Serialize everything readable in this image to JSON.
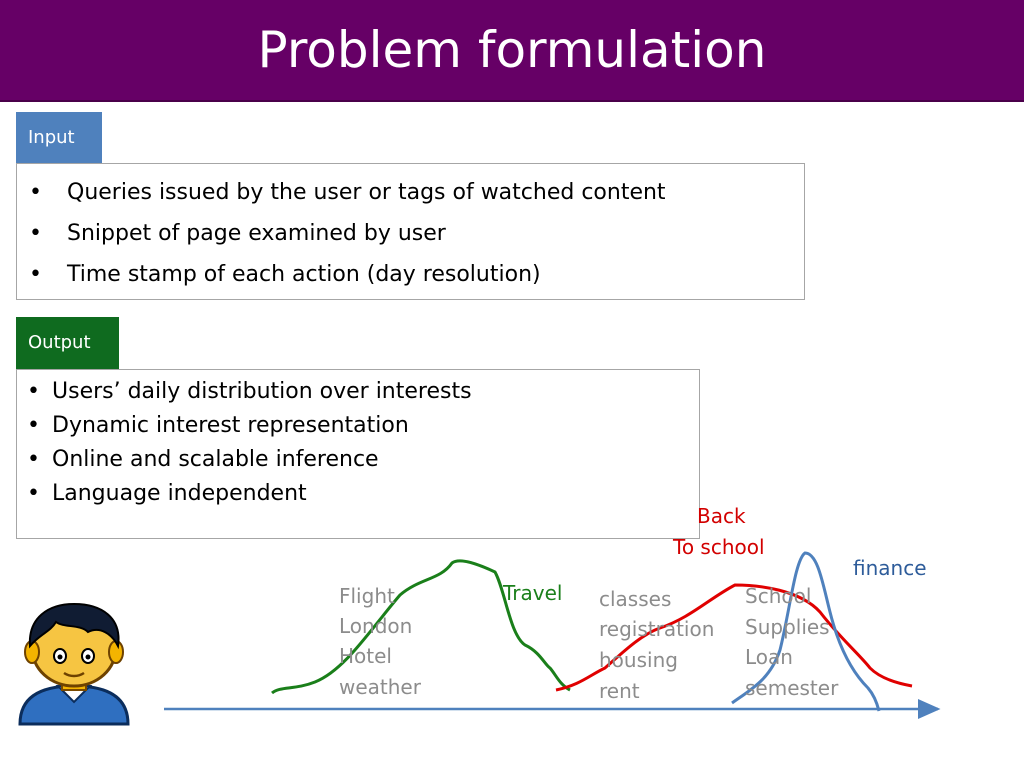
{
  "slide": {
    "title": "Problem formulation"
  },
  "input": {
    "tag": "Input",
    "items": [
      "Queries issued by the user or tags of watched content",
      "Snippet of page examined by user",
      "Time stamp of each action (day resolution)"
    ]
  },
  "output": {
    "tag": "Output",
    "items": [
      "Users’ daily distribution over interests",
      "Dynamic interest representation",
      "Online and scalable inference",
      "Language independent"
    ]
  },
  "illustration": {
    "travel": {
      "label": "Travel",
      "words": [
        "Flight",
        "London",
        "Hotel",
        "weather"
      ],
      "color": "#1a7f1a"
    },
    "back_to_school": {
      "label_line1": "Back",
      "label_line2": "To school",
      "words": [
        "classes",
        "registration",
        "housing",
        "rent"
      ],
      "color": "#d20000"
    },
    "finance": {
      "label": "finance",
      "words": [
        "School",
        "Supplies",
        "Loan",
        "semester"
      ],
      "color": "#4f81bd"
    },
    "timeline_color": "#4f81bd",
    "avatar": "user-avatar-icon"
  }
}
